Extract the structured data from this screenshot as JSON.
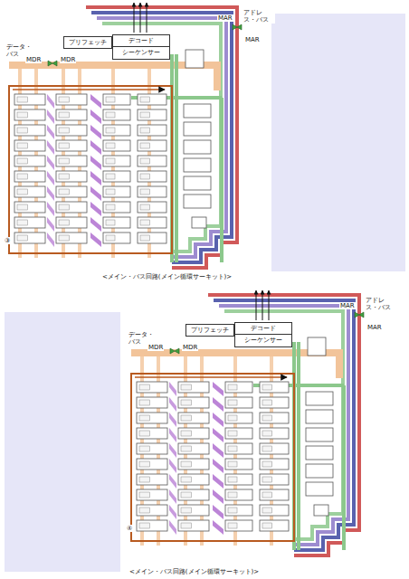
{
  "diagram": {
    "nodes": [
      {
        "text": [
          "プリフェッチ"
        ]
      },
      {
        "text": [
          "デコード",
          "シーケンサー"
        ]
      },
      {
        "text": [
          "プリフェッチ"
        ]
      },
      {
        "text": [
          "デコード",
          "シーケンサー"
        ]
      }
    ],
    "edges": [
      {
        "from": 0,
        "to": 1,
        "arrow": "to"
      },
      {
        "from": 2,
        "to": 3,
        "arrow": "to"
      }
    ],
    "labels": [
      "データ・バス",
      "アドレス・バス",
      "MDR",
      "MDR",
      "MAR",
      "MAR",
      "③",
      "<メイン・バス回路(メイン循環サーキット)>",
      "データ・バス",
      "アドレス・バス",
      "MDR",
      "MDR",
      "MAR",
      "MAR",
      "④",
      "<メイン・バス回路(メイン循環サーキット)>"
    ]
  }
}
